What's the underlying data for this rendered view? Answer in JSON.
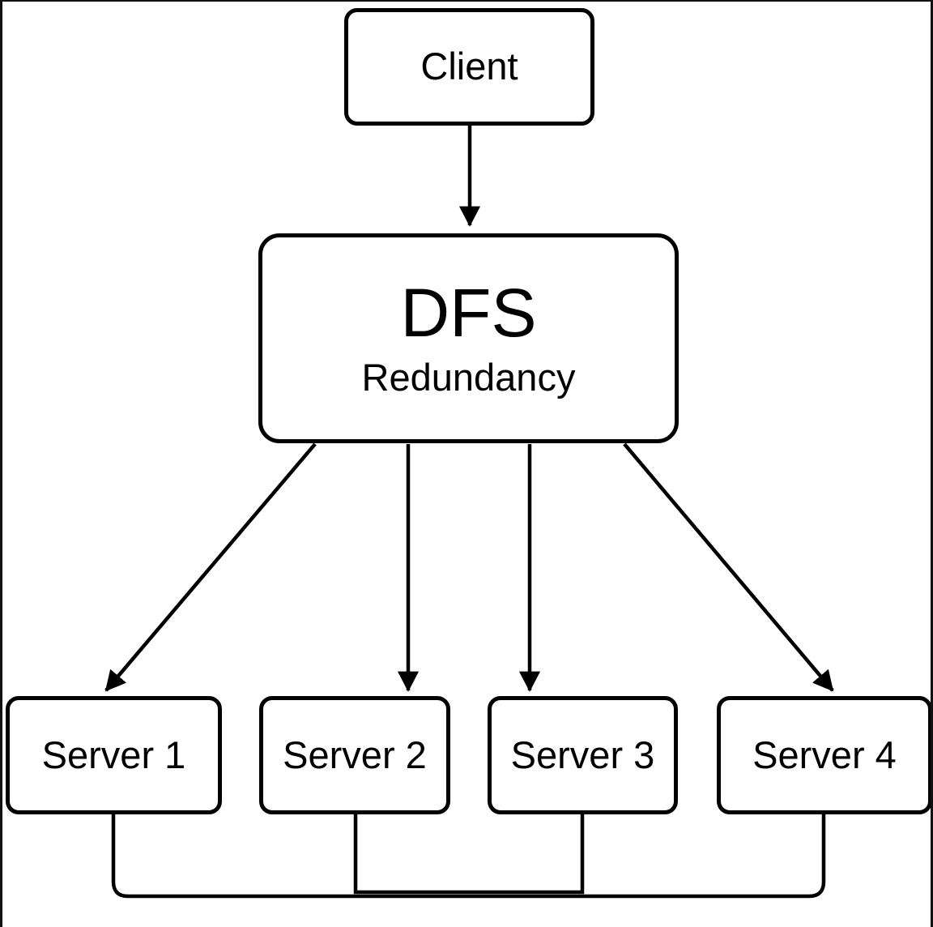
{
  "diagram": {
    "title_node": {
      "label": "Client"
    },
    "dfs_node": {
      "title": "DFS",
      "subtitle": "Redundancy"
    },
    "servers": [
      {
        "label": "Server 1"
      },
      {
        "label": "Server 2"
      },
      {
        "label": "Server 3"
      },
      {
        "label": "Server 4"
      }
    ],
    "colors": {
      "line": "#000000",
      "text": "#000000",
      "background": "#ffffff",
      "frame": "#111111"
    }
  }
}
